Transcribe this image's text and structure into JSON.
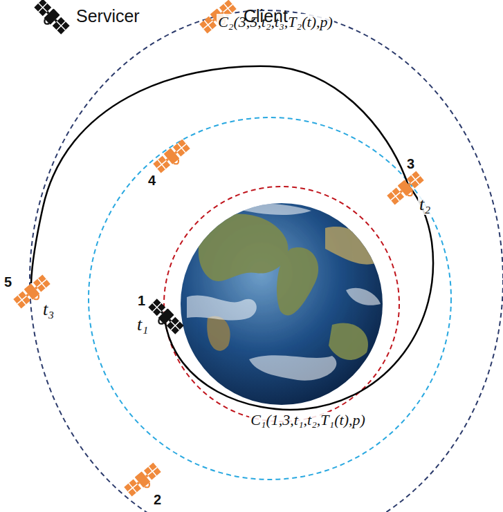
{
  "diagram": {
    "labels": [
      "C₂(3,5,t₂,t₃,T₂(t),p)",
      "3",
      "t₂",
      "4",
      "5",
      "t₃",
      "1",
      "t₁",
      "C₁(1,3,t₁,t₂,T₁(t),p)",
      "2"
    ],
    "legend": [
      {
        "text": "Servicer"
      },
      {
        "text": "Client"
      }
    ]
  }
}
